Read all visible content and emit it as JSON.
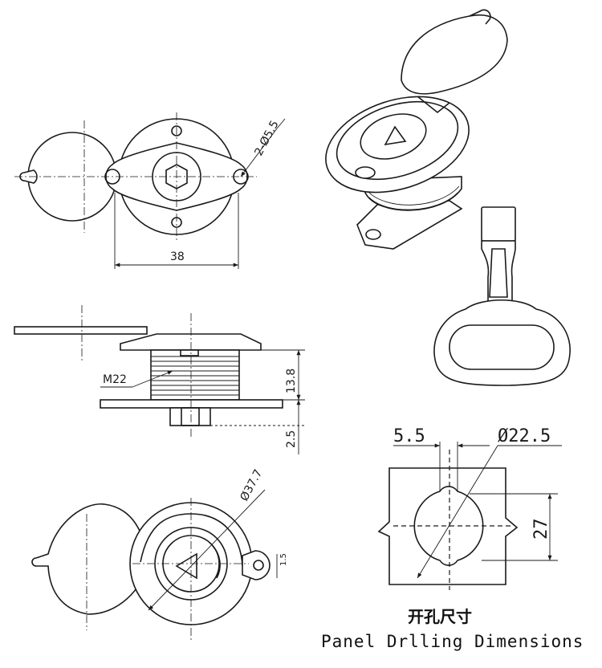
{
  "dimensions": {
    "hole_callout": "2-Ø5.5",
    "width": "38",
    "thread": "M22",
    "body_height": "13.8",
    "nut_height": "2.5",
    "flange_diameter": "Ø37.7",
    "tab_height": "1.5",
    "slot_width": "5.5",
    "cutout_diameter": "Ø22.5",
    "cutout_height": "27"
  },
  "captions": {
    "chinese": "开孔尺寸",
    "english": "Panel Drlling Dimensions"
  }
}
